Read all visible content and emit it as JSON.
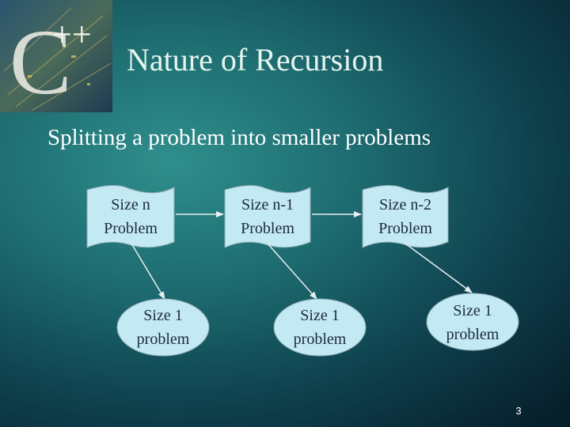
{
  "slide": {
    "title": "Nature of Recursion",
    "subtitle": "Splitting a problem into smaller problems",
    "page_number": "3"
  },
  "logo": {
    "letter": "C",
    "superscript": "++"
  },
  "diagram": {
    "problems": [
      {
        "line1": "Size n",
        "line2": "Problem"
      },
      {
        "line1": "Size n-1",
        "line2": "Problem"
      },
      {
        "line1": "Size n-2",
        "line2": "Problem"
      }
    ],
    "base_cases": [
      {
        "line1": "Size 1",
        "line2": "problem"
      },
      {
        "line1": "Size 1",
        "line2": "problem"
      },
      {
        "line1": "Size 1",
        "line2": "problem"
      }
    ]
  },
  "colors": {
    "shape_fill": "#c3e9f2",
    "shape_stroke": "#8aa8b4",
    "arrow": "#e8eef0",
    "title_text": "#e6f6ef"
  }
}
